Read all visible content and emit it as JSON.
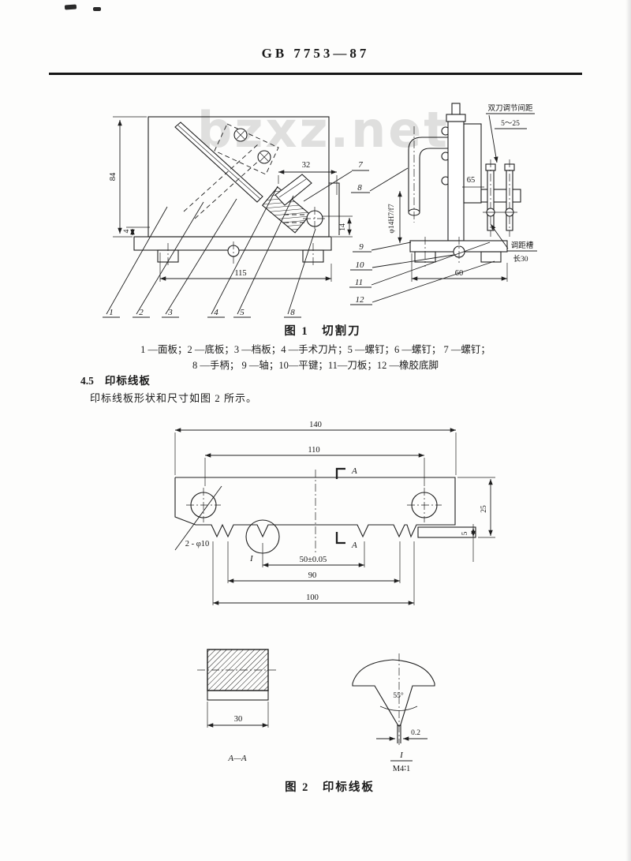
{
  "page": {
    "header_title": "GB 7753—87",
    "watermark": "bzxz.net"
  },
  "figure1": {
    "caption": "图 1　切割刀",
    "parts_line1": "1 —面板；2 —底板；3 —档板；4 —手术刀片；5 —螺钉；6 —螺钉； 7 —螺钉；",
    "parts_line2": "8 —手柄； 9 —轴；10—平键；11—刀板；12 —橡胶底脚",
    "left": {
      "dim84": "84",
      "dim4": "4",
      "dim115": "115",
      "dim32": "32",
      "dim14": "14",
      "lead1": "1",
      "lead2": "2",
      "lead3": "3",
      "lead4": "4",
      "lead5": "5",
      "lead8": "8"
    },
    "right": {
      "gap_title": "双刀调节间距",
      "gap_value": "5～25",
      "dim65": "65",
      "shaft": "φ14H7/f7",
      "slot_title": "调距槽",
      "slot_value": "长30",
      "dim60": "60",
      "lead7": "7",
      "lead8": "8",
      "lead9": "9",
      "lead10": "10",
      "lead11": "11",
      "lead12": "12"
    }
  },
  "section45": {
    "number": "4.5",
    "title": "印标线板",
    "body": "印标线板形状和尺寸如图 2 所示。"
  },
  "figure2": {
    "caption": "图 2　印标线板",
    "main": {
      "dim140": "140",
      "dim110": "110",
      "markA_top": "A",
      "markA_bottom": "A",
      "holes": "2 - φ10",
      "detail": "I",
      "dim50": "50±0.05",
      "dim90": "90",
      "dim100": "100",
      "dim25": "25",
      "dim5": "5"
    },
    "section": {
      "dim30": "30",
      "caption": "A—A"
    },
    "detail": {
      "angle": "55°",
      "tip": "0.2",
      "num": "I",
      "den": "M4∶1"
    }
  }
}
